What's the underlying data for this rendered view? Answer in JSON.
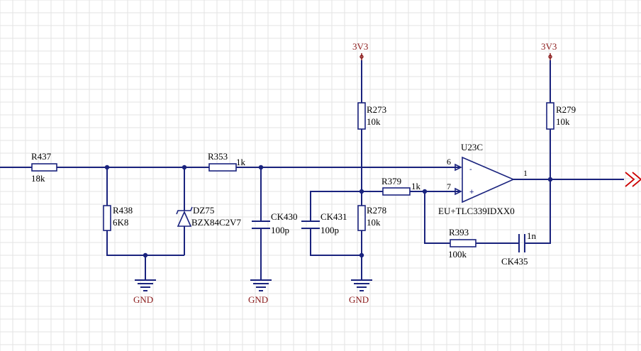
{
  "power": {
    "supply_a": "3V3",
    "supply_b": "3V3",
    "gnd_a": "GND",
    "gnd_b": "GND",
    "gnd_c": "GND"
  },
  "components": {
    "r437": {
      "ref": "R437",
      "value": "18k"
    },
    "r438": {
      "ref": "R438",
      "value": "6K8"
    },
    "dz75": {
      "ref": "DZ75",
      "value": "BZX84C2V7"
    },
    "r353": {
      "ref": "R353",
      "value": "1k"
    },
    "ck430": {
      "ref": "CK430",
      "value": "100p"
    },
    "ck431": {
      "ref": "CK431",
      "value": "100p"
    },
    "r273": {
      "ref": "R273",
      "value": "10k"
    },
    "r278": {
      "ref": "R278",
      "value": "10k"
    },
    "r379": {
      "ref": "R379",
      "value": "1k"
    },
    "r279": {
      "ref": "R279",
      "value": "10k"
    },
    "r393": {
      "ref": "R393",
      "value": "100k"
    },
    "ck435": {
      "ref": "CK435",
      "value": "1n"
    },
    "u23c": {
      "ref": "U23C",
      "part": "EU+TLC339IDXX0",
      "pin_inv": "6",
      "pin_noninv": "7",
      "pin_out": "1",
      "sym_minus": "-",
      "sym_plus": "+"
    }
  },
  "colors": {
    "wire": "#1a237e",
    "power": "#8b1a1a",
    "port": "#cc0000",
    "grid": "#e3e3e3"
  }
}
